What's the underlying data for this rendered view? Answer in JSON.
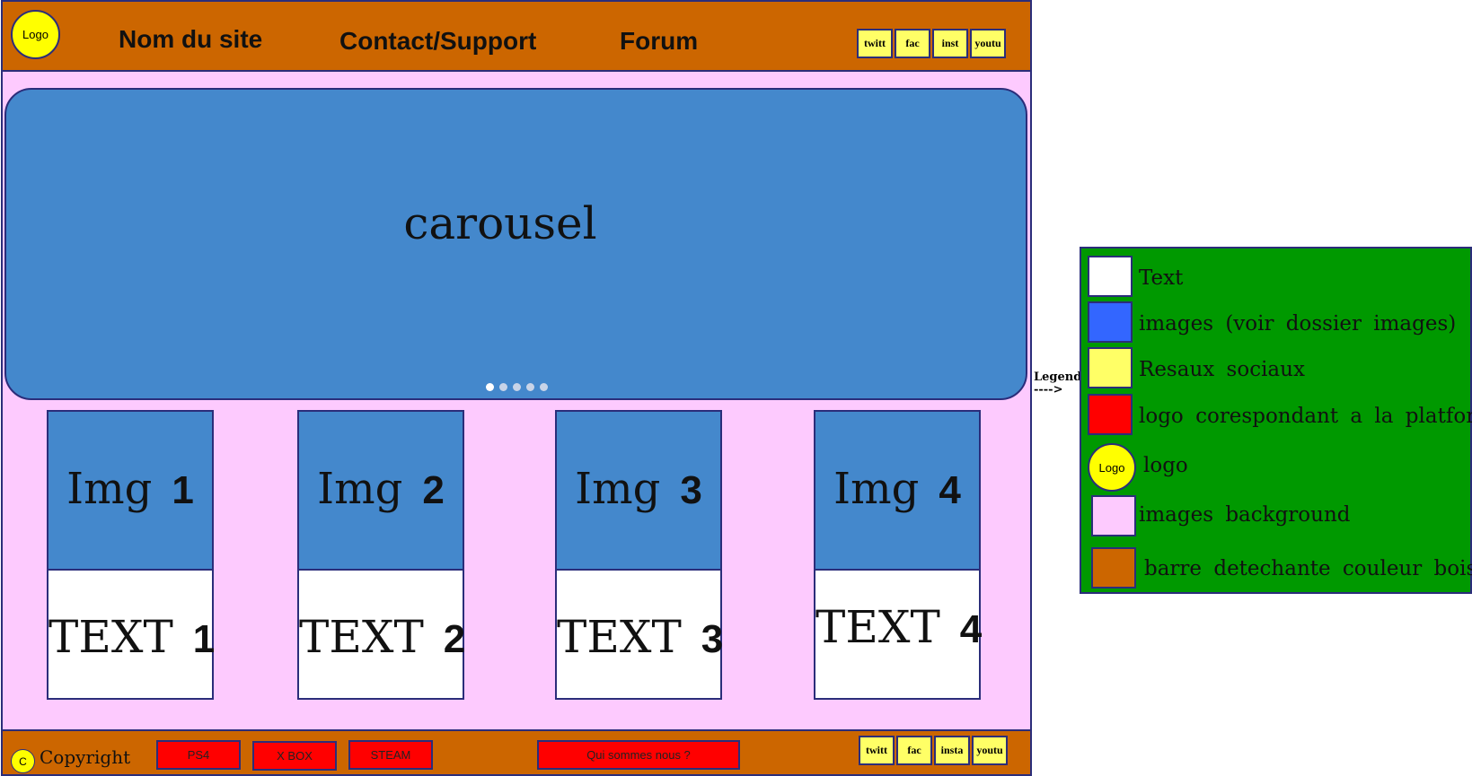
{
  "header": {
    "logo_label": "Logo",
    "nav": [
      "Nom du site",
      "Contact/Support",
      "Forum"
    ],
    "social": [
      "twitt",
      "fac",
      "inst",
      "youtu"
    ]
  },
  "carousel": {
    "label": "carousel",
    "dots": 5,
    "active_dot": 1
  },
  "cards": [
    {
      "img_word": "Img",
      "img_num": "1",
      "text_word": "TEXT",
      "text_num": "1"
    },
    {
      "img_word": "Img",
      "img_num": "2",
      "text_word": "TEXT",
      "text_num": "2"
    },
    {
      "img_word": "Img",
      "img_num": "3",
      "text_word": "TEXT",
      "text_num": "3"
    },
    {
      "img_word": "Img",
      "img_num": "4",
      "text_word": "TEXT",
      "text_num": "4"
    }
  ],
  "footer": {
    "copyright_icon": "C",
    "copyright": "Copyright",
    "platforms": [
      "PS4",
      "X BOX",
      "STEAM"
    ],
    "about": "Qui sommes nous ?",
    "social": [
      "twitt",
      "fac",
      "insta",
      "youtu"
    ]
  },
  "legend": {
    "arrow_title": "Legende",
    "arrow": "---->",
    "items": [
      {
        "label": "Text",
        "color": "#ffffff"
      },
      {
        "label": "images (voir dossier images)",
        "color": "#3366ff"
      },
      {
        "label": "Resaux sociaux",
        "color": "#ffff66"
      },
      {
        "label": "logo corespondant a la platforme",
        "color": "#ff0000"
      },
      {
        "label": "logo",
        "swatch_text": "Logo",
        "color": "#ffff00"
      },
      {
        "label": "images background",
        "color": "#fdcafe"
      },
      {
        "label": "barre detechante couleur bois",
        "color": "#cc6600"
      }
    ]
  },
  "colors": {
    "wood_bar": "#cc6600",
    "background": "#fdcafe",
    "image_blue": "#4488cc",
    "social_yellow": "#ffff66",
    "platform_red": "#ff0000",
    "legend_green": "#009900"
  }
}
